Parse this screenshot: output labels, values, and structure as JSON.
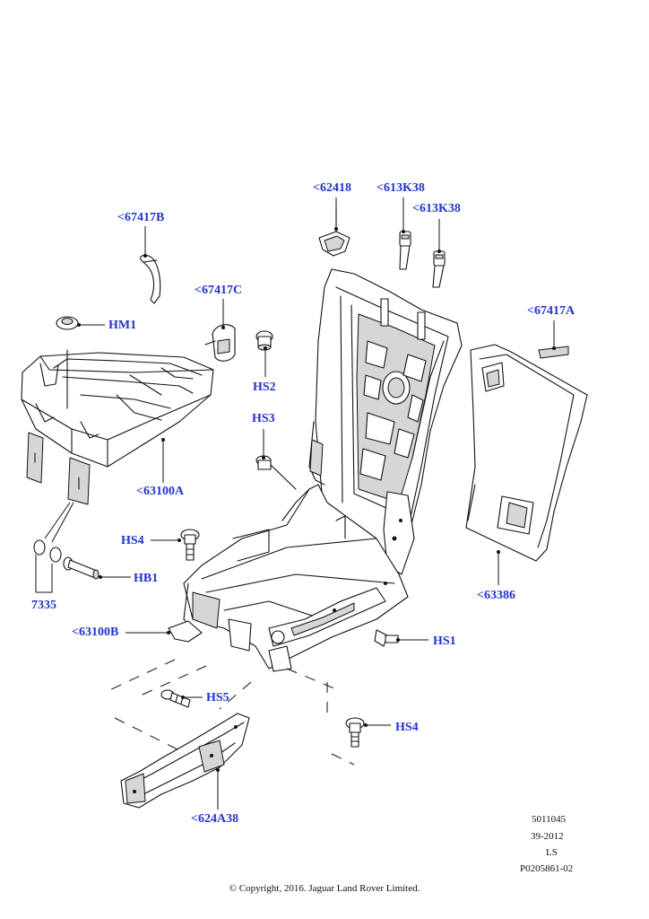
{
  "colors": {
    "label": "#2233cc",
    "line": "#111111"
  },
  "labels": {
    "p67417B": "<67417B",
    "pHM1": "HM1",
    "p63100A": "<63100A",
    "p67417C": "<67417C",
    "pHS2": "HS2",
    "pHS3": "HS3",
    "p62418": "<62418",
    "p613K38a": "<613K38",
    "p613K38b": "<613K38",
    "p67417A": "<67417A",
    "p63386": "<63386",
    "pHS4a": "HS4",
    "pHB1": "HB1",
    "p7335": "7335",
    "p63100B": "<63100B",
    "pHS1": "HS1",
    "pHS5": "HS5",
    "pHS4b": "HS4",
    "p624A38": "<624A38"
  },
  "meta": {
    "code1": "5011045",
    "code2": "39-2012",
    "code3": "LS",
    "code4": "P0205861-02",
    "copyright": "© Copyright, 2016. Jaguar Land Rover Limited."
  }
}
